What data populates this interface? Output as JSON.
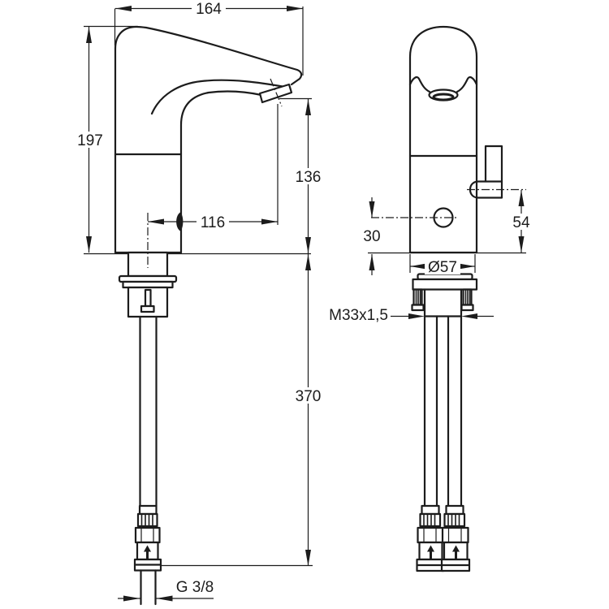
{
  "page": {
    "background": "#ffffff",
    "line_color": "#1c1c1c"
  },
  "drawing": {
    "labels": {
      "overall_projection": "164",
      "total_height": "197",
      "outlet_height": "136",
      "outlet_reach": "116",
      "hose_length": "370",
      "hose_thread": "G 3/8",
      "sensor_offset": "30",
      "handle_offset": "54",
      "base_diameter": "Ø57",
      "mounting_thread": "M33x1,5"
    }
  }
}
